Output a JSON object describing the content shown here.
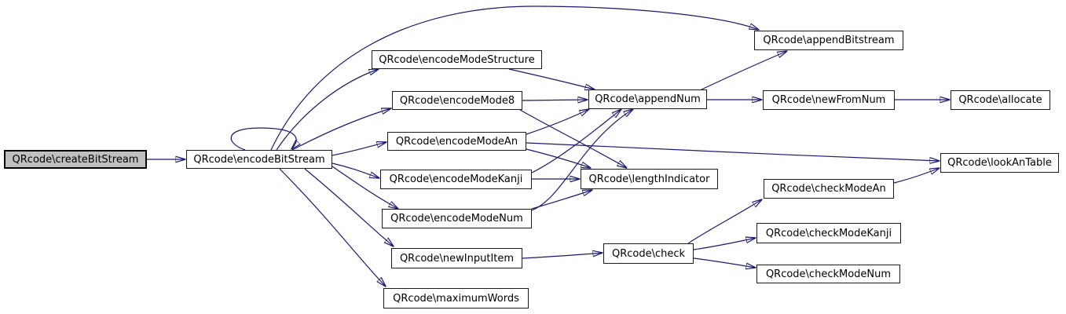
{
  "diagram": {
    "type": "call-graph",
    "root_function": "QRcode\\createBitStream",
    "background_color": "#ffffff",
    "edge_color": "#191970",
    "node_fill": "#ffffff",
    "node_border_color": "#1a1a1a",
    "highlighted_node_fill": "#bfbfbf"
  },
  "nodes": {
    "createBitStream": {
      "label": "QRcode\\createBitStream",
      "highlighted": true
    },
    "encodeBitStream": {
      "label": "QRcode\\encodeBitStream"
    },
    "encodeModeStructure": {
      "label": "QRcode\\encodeModeStructure"
    },
    "encodeMode8": {
      "label": "QRcode\\encodeMode8"
    },
    "encodeModeAn": {
      "label": "QRcode\\encodeModeAn"
    },
    "encodeModeKanji": {
      "label": "QRcode\\encodeModeKanji"
    },
    "encodeModeNum": {
      "label": "QRcode\\encodeModeNum"
    },
    "newInputItem": {
      "label": "QRcode\\newInputItem"
    },
    "maximumWords": {
      "label": "QRcode\\maximumWords"
    },
    "appendNum": {
      "label": "QRcode\\appendNum"
    },
    "lengthIndicator": {
      "label": "QRcode\\lengthIndicator"
    },
    "check": {
      "label": "QRcode\\check"
    },
    "appendBitstream": {
      "label": "QRcode\\appendBitstream"
    },
    "newFromNum": {
      "label": "QRcode\\newFromNum"
    },
    "allocate": {
      "label": "QRcode\\allocate"
    },
    "lookAnTable": {
      "label": "QRcode\\lookAnTable"
    },
    "checkModeAn": {
      "label": "QRcode\\checkModeAn"
    },
    "checkModeKanji": {
      "label": "QRcode\\checkModeKanji"
    },
    "checkModeNum": {
      "label": "QRcode\\checkModeNum"
    }
  },
  "edges": [
    {
      "from": "createBitStream",
      "to": "encodeBitStream"
    },
    {
      "from": "encodeBitStream",
      "to": "encodeBitStream"
    },
    {
      "from": "encodeBitStream",
      "to": "appendBitstream"
    },
    {
      "from": "encodeBitStream",
      "to": "encodeModeStructure"
    },
    {
      "from": "encodeBitStream",
      "to": "encodeMode8"
    },
    {
      "from": "encodeBitStream",
      "to": "encodeModeAn"
    },
    {
      "from": "encodeBitStream",
      "to": "encodeModeKanji"
    },
    {
      "from": "encodeBitStream",
      "to": "encodeModeNum"
    },
    {
      "from": "encodeBitStream",
      "to": "newInputItem"
    },
    {
      "from": "encodeBitStream",
      "to": "maximumWords"
    },
    {
      "from": "encodeModeStructure",
      "to": "appendNum"
    },
    {
      "from": "encodeMode8",
      "to": "appendNum"
    },
    {
      "from": "encodeMode8",
      "to": "lengthIndicator"
    },
    {
      "from": "encodeModeAn",
      "to": "appendNum"
    },
    {
      "from": "encodeModeAn",
      "to": "lookAnTable"
    },
    {
      "from": "encodeModeAn",
      "to": "lengthIndicator"
    },
    {
      "from": "encodeModeKanji",
      "to": "appendNum"
    },
    {
      "from": "encodeModeKanji",
      "to": "lengthIndicator"
    },
    {
      "from": "encodeModeNum",
      "to": "appendNum"
    },
    {
      "from": "encodeModeNum",
      "to": "lengthIndicator"
    },
    {
      "from": "appendNum",
      "to": "appendBitstream"
    },
    {
      "from": "appendNum",
      "to": "newFromNum"
    },
    {
      "from": "newFromNum",
      "to": "allocate"
    },
    {
      "from": "newInputItem",
      "to": "check"
    },
    {
      "from": "check",
      "to": "checkModeAn"
    },
    {
      "from": "check",
      "to": "checkModeKanji"
    },
    {
      "from": "check",
      "to": "checkModeNum"
    },
    {
      "from": "checkModeAn",
      "to": "lookAnTable"
    }
  ]
}
